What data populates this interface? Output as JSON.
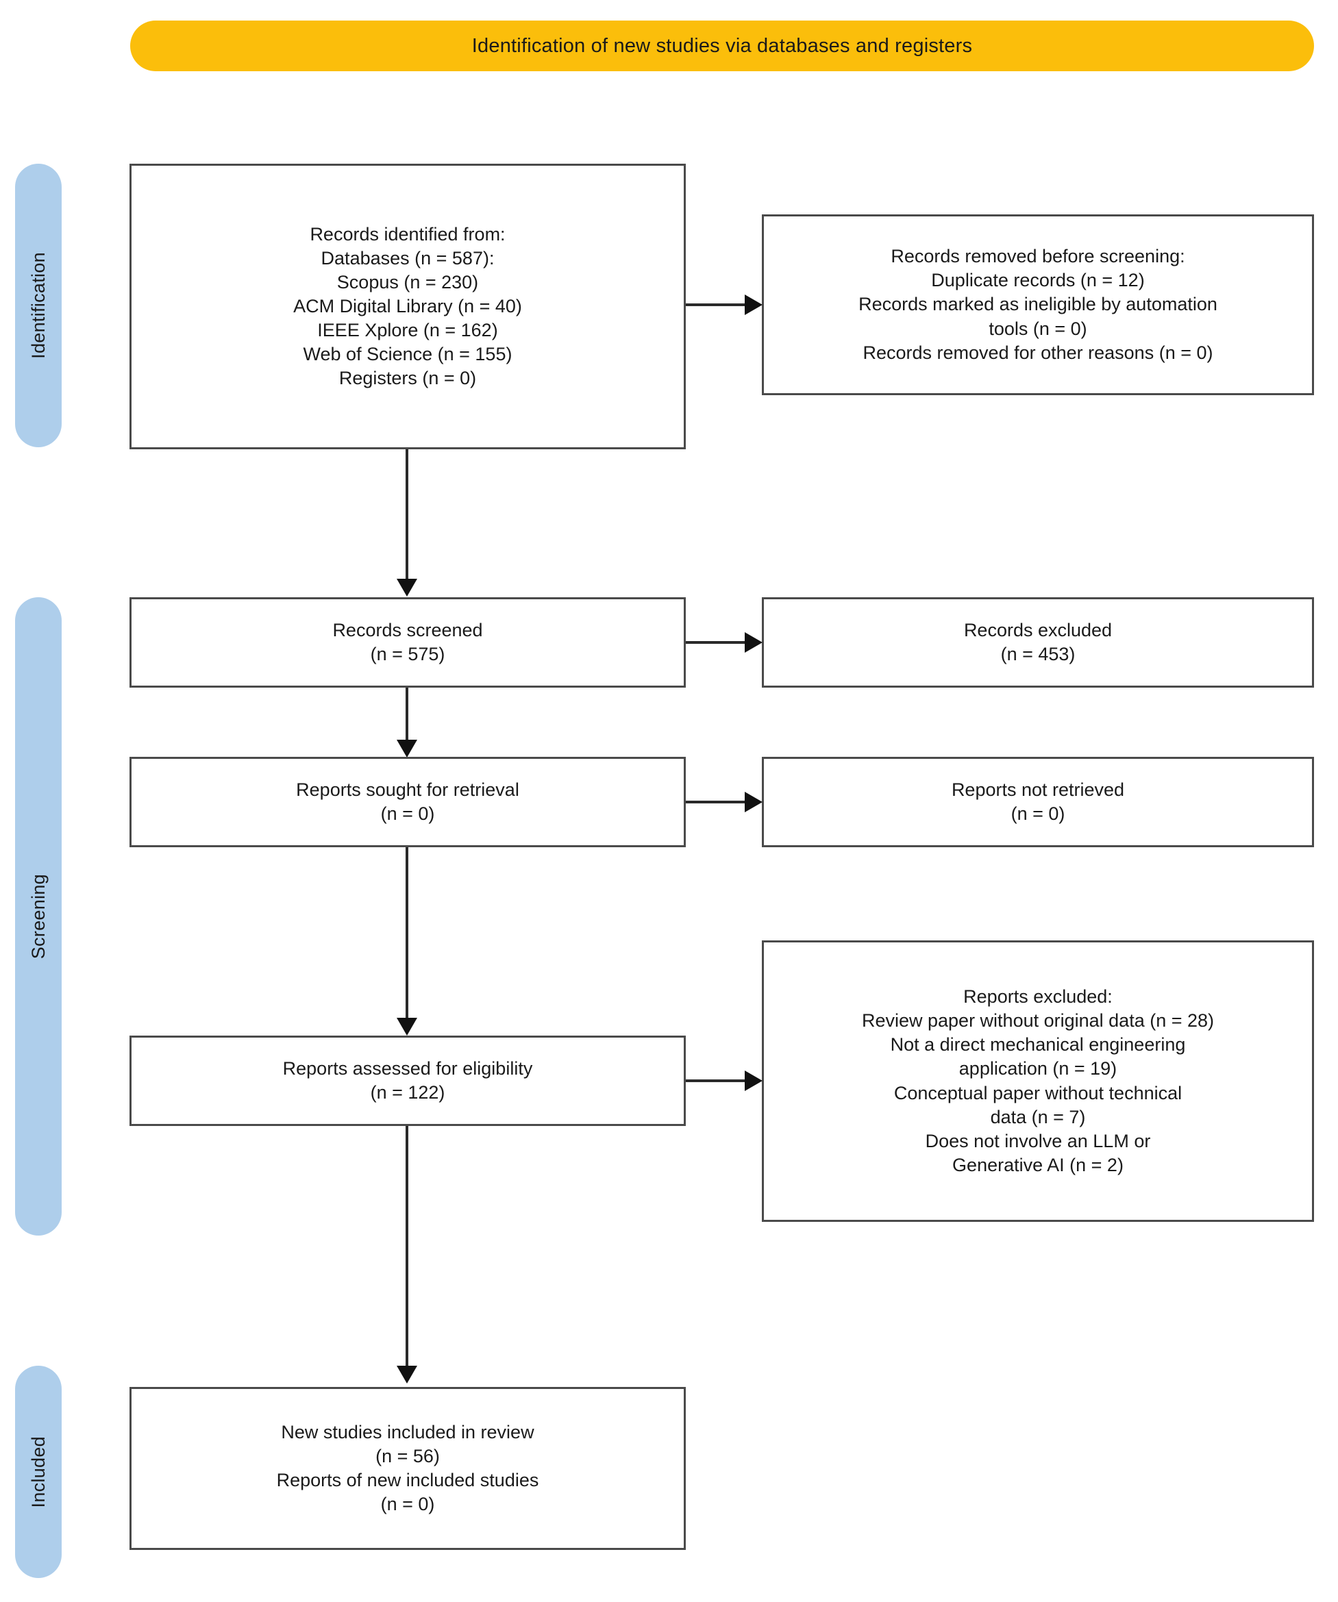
{
  "banner": {
    "title": "Identification of new studies via databases and registers"
  },
  "stages": [
    {
      "label": "Identification"
    },
    {
      "label": "Screening"
    },
    {
      "label": "Included"
    }
  ],
  "boxes": {
    "identified": {
      "name": "records-identified",
      "lines": [
        "Records identified from:",
        "Databases (n = 587):",
        "Scopus (n = 230)",
        "ACM Digital Library (n = 40)",
        "IEEE Xplore (n = 162)",
        "Web of Science (n = 155)",
        "Registers (n = 0)"
      ]
    },
    "removed_before_screening": {
      "name": "records-removed-before-screening",
      "lines": [
        "Records removed before screening:",
        "Duplicate records (n = 12)",
        "Records marked as ineligible by automation",
        "tools (n = 0)",
        "Records removed for other reasons (n = 0)"
      ]
    },
    "records_screened": {
      "name": "records-screened",
      "lines": [
        "Records screened",
        "(n = 575)"
      ]
    },
    "records_excluded": {
      "name": "records-excluded",
      "lines": [
        "Records excluded",
        "(n = 453)"
      ]
    },
    "reports_sought": {
      "name": "reports-sought-for-retrieval",
      "lines": [
        "Reports sought for retrieval",
        "(n = 0)"
      ]
    },
    "reports_not_retrieved": {
      "name": "reports-not-retrieved",
      "lines": [
        "Reports not retrieved",
        "(n = 0)"
      ]
    },
    "reports_assessed": {
      "name": "reports-assessed-for-eligibility",
      "lines": [
        "Reports assessed for eligibility",
        "(n = 122)"
      ]
    },
    "reports_excluded": {
      "name": "reports-excluded",
      "lines": [
        "Reports excluded:",
        "Review paper without original data (n = 28)",
        "Not a direct mechanical engineering",
        "application (n = 19)",
        "Conceptual paper without technical",
        "data (n = 7)",
        "Does not involve an LLM or",
        "Generative AI (n = 2)"
      ]
    },
    "new_studies_included": {
      "name": "new-studies-included-in-review",
      "lines": [
        "New studies included in review",
        "(n = 56)",
        "Reports of new included studies",
        "(n = 0)"
      ]
    }
  },
  "colors": {
    "banner_background": "#FBBE0B",
    "stage_background": "#AECEEB",
    "box_border": "#4a4a4a",
    "connector": "#2a2a2a",
    "text": "#1a1a1a"
  }
}
